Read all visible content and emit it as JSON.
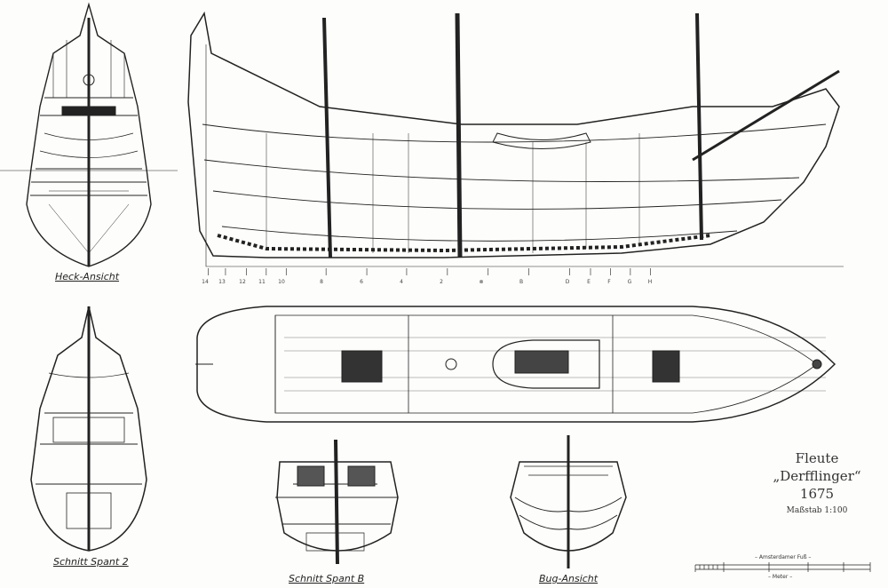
{
  "title": {
    "line1": "Fleute",
    "line2": "„Derfflinger“",
    "line3": "1675",
    "scale": "Maßstab 1:100"
  },
  "captions": {
    "stern_view": "Heck-Ansicht",
    "section_2": "Schnitt Spant 2",
    "section_b": "Schnitt Spant B",
    "bow_view": "Bug-Ansicht"
  },
  "stations": [
    "14",
    "13",
    "12",
    "11",
    "10",
    "8",
    "6",
    "4",
    "2",
    "⊗",
    "B",
    "D",
    "E",
    "F",
    "G",
    "H"
  ],
  "scale_bar": {
    "upper_label": "– Amsterdamer Fuß –",
    "lower_label": "– Meter –"
  },
  "colors": {
    "ink": "#222222",
    "paper": "#fdfdfb"
  }
}
